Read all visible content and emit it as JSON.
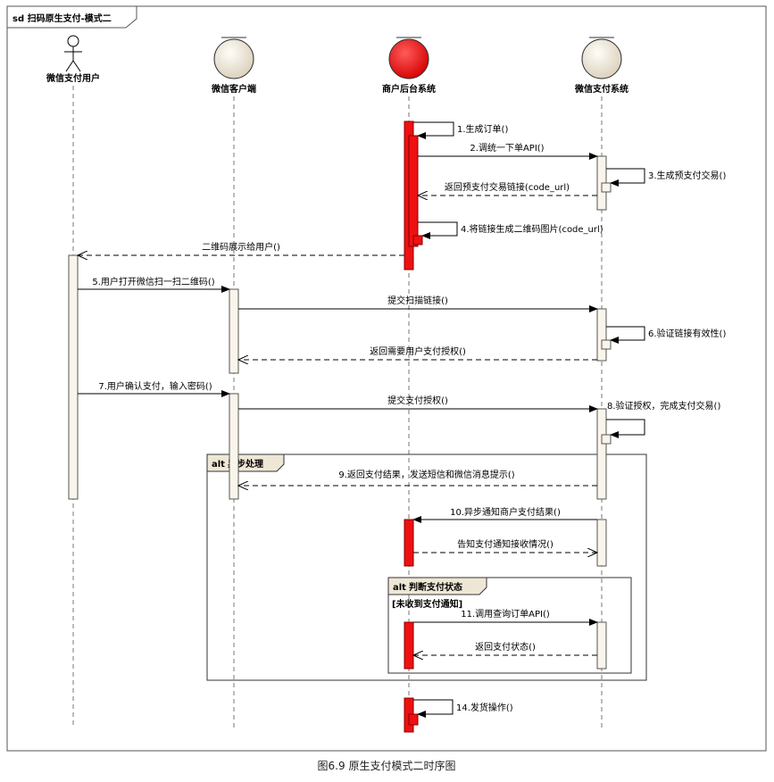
{
  "frame": {
    "title": "sd 扫码原生支付-模式二"
  },
  "participants": [
    {
      "id": "user",
      "label": "微信支付用户",
      "kind": "actor"
    },
    {
      "id": "client",
      "label": "微信客户端",
      "kind": "boundary",
      "color": "#efe7d6"
    },
    {
      "id": "merchant",
      "label": "商户后台系统",
      "kind": "boundary",
      "color": "#ee1111"
    },
    {
      "id": "wxpay",
      "label": "微信支付系统",
      "kind": "boundary",
      "color": "#efe7d6"
    }
  ],
  "messages": [
    {
      "text": "1.生成订单()",
      "from": "merchant",
      "to": "merchant",
      "type": "self"
    },
    {
      "text": "2.调统一下单API()",
      "from": "merchant",
      "to": "wxpay",
      "type": "sync"
    },
    {
      "text": "3.生成预支付交易()",
      "from": "wxpay",
      "to": "wxpay",
      "type": "self"
    },
    {
      "text": "返回预支付交易链接(code_url)",
      "from": "wxpay",
      "to": "merchant",
      "type": "return"
    },
    {
      "text": "4.将链接生成二维码图片(code_url)",
      "from": "merchant",
      "to": "merchant",
      "type": "self"
    },
    {
      "text": "二维码展示给用户()",
      "from": "merchant",
      "to": "user",
      "type": "return"
    },
    {
      "text": "5.用户打开微信扫一扫二维码()",
      "from": "user",
      "to": "client",
      "type": "sync"
    },
    {
      "text": "提交扫描链接()",
      "from": "client",
      "to": "wxpay",
      "type": "sync"
    },
    {
      "text": "6.验证链接有效性()",
      "from": "wxpay",
      "to": "wxpay",
      "type": "self"
    },
    {
      "text": "返回需要用户支付授权()",
      "from": "wxpay",
      "to": "client",
      "type": "return"
    },
    {
      "text": "7.用户确认支付，输入密码()",
      "from": "user",
      "to": "client",
      "type": "sync"
    },
    {
      "text": "提交支付授权()",
      "from": "client",
      "to": "wxpay",
      "type": "sync"
    },
    {
      "text": "8.验证授权，完成支付交易()",
      "from": "wxpay",
      "to": "wxpay",
      "type": "self"
    },
    {
      "text": "9.返回支付结果，发送短信和微信消息提示()",
      "from": "wxpay",
      "to": "client",
      "type": "return"
    },
    {
      "text": "10.异步通知商户支付结果()",
      "from": "wxpay",
      "to": "merchant",
      "type": "sync"
    },
    {
      "text": "告知支付通知接收情况()",
      "from": "merchant",
      "to": "wxpay",
      "type": "return"
    },
    {
      "text": "11.调用查询订单API()",
      "from": "merchant",
      "to": "wxpay",
      "type": "sync"
    },
    {
      "text": "返回支付状态()",
      "from": "wxpay",
      "to": "merchant",
      "type": "return"
    },
    {
      "text": "14.发货操作()",
      "from": "merchant",
      "to": "merchant",
      "type": "self"
    }
  ],
  "fragments": [
    {
      "operator": "alt",
      "label": "异步处理"
    },
    {
      "operator": "alt",
      "label": "判断支付状态",
      "guard": "[未收到支付通知]"
    }
  ],
  "caption": "图6.9 原生支付模式二时序图"
}
